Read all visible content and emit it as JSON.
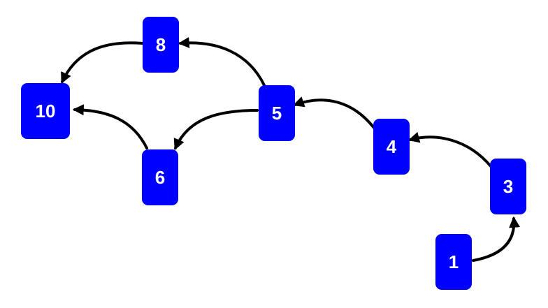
{
  "diagram": {
    "type": "directed-graph",
    "colors": {
      "node_fill": "#0000ff",
      "node_text": "#ffffff",
      "edge": "#000000",
      "background": "#ffffff"
    },
    "nodes": [
      {
        "id": "n8",
        "label": "8"
      },
      {
        "id": "n10",
        "label": "10"
      },
      {
        "id": "n5",
        "label": "5"
      },
      {
        "id": "n6",
        "label": "6"
      },
      {
        "id": "n4",
        "label": "4"
      },
      {
        "id": "n3",
        "label": "3"
      },
      {
        "id": "n1",
        "label": "1"
      }
    ],
    "edges": [
      {
        "from": "n1",
        "to": "n3"
      },
      {
        "from": "n3",
        "to": "n4"
      },
      {
        "from": "n4",
        "to": "n5"
      },
      {
        "from": "n5",
        "to": "n8"
      },
      {
        "from": "n5",
        "to": "n6"
      },
      {
        "from": "n8",
        "to": "n10"
      },
      {
        "from": "n6",
        "to": "n10"
      }
    ]
  }
}
